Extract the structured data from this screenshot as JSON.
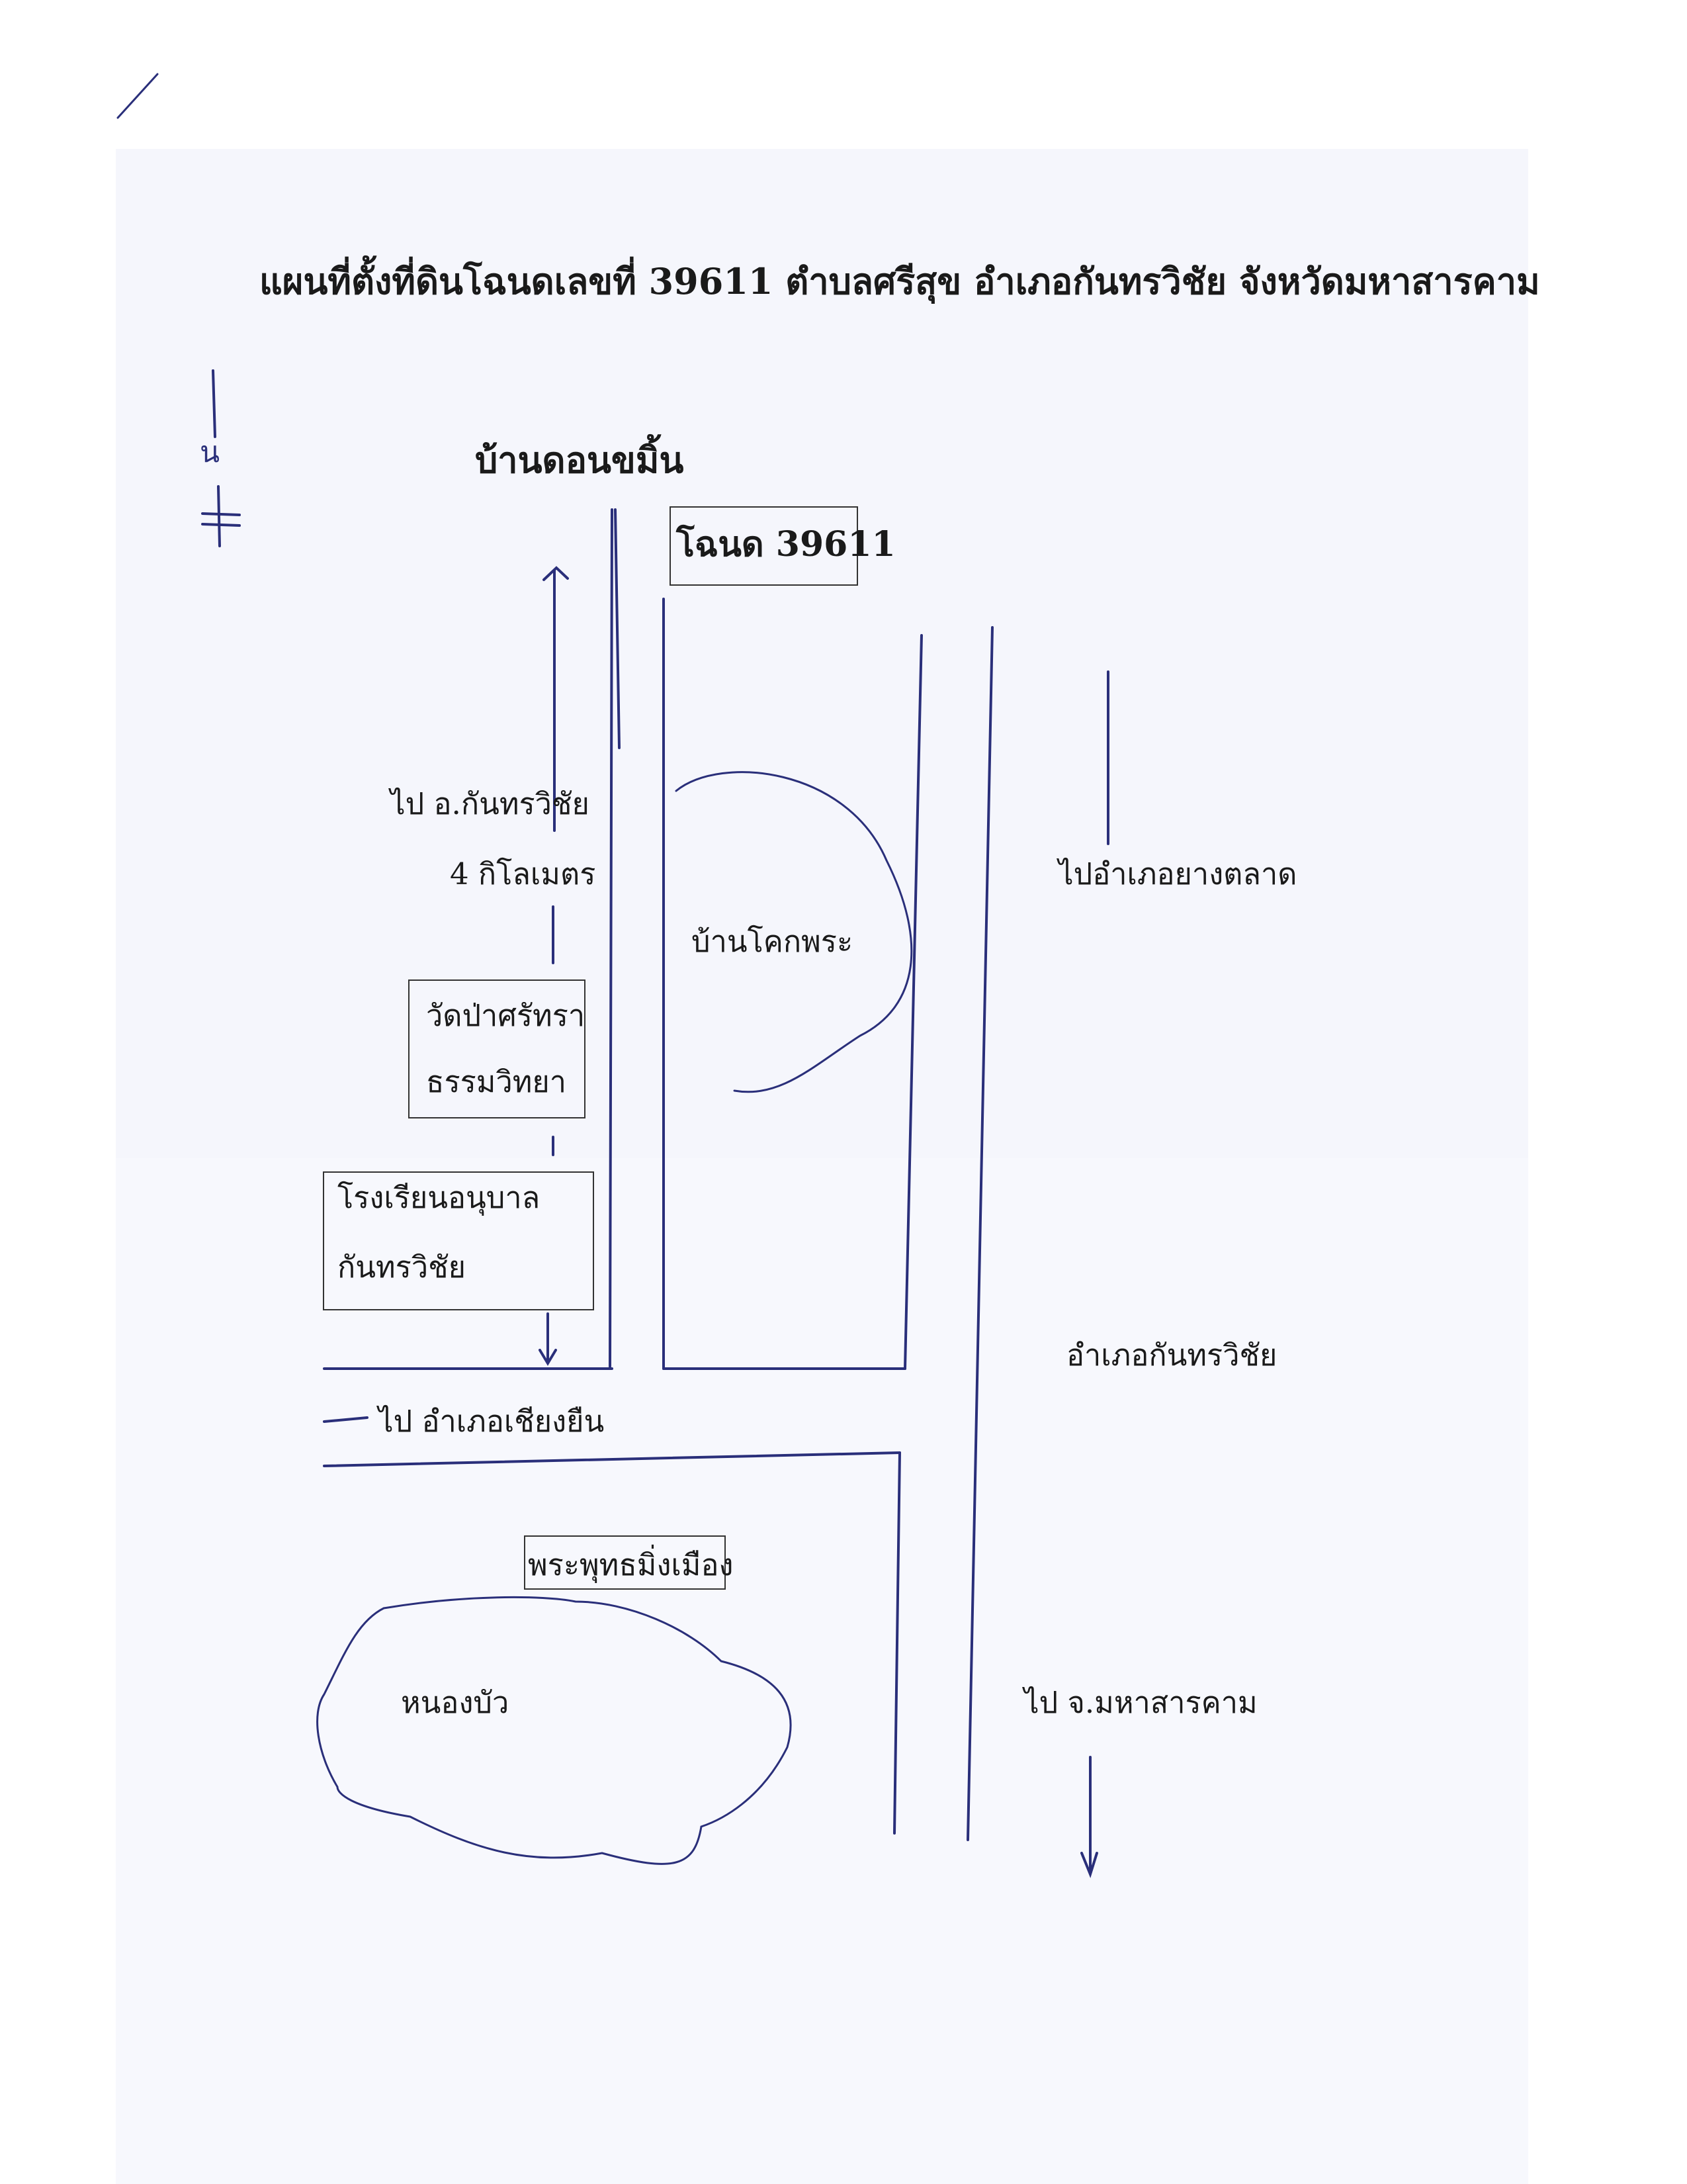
{
  "map": {
    "title": "แผนที่ตั้งที่ดินโฉนดเลขที่ 39611 ตำบลศรีสุข อำเภอกันทรวิชัย จังหวัดมหาสารคาม",
    "north_label": "น",
    "village_north": "บ้านดอนขมิ้น",
    "deed_box": "โฉนด 39611",
    "to_kantharawichai": "ไป อ.กันทรวิชัย",
    "distance": "4 กิโลเมตร",
    "to_yang_talat": "ไปอำเภอยางตลาด",
    "village_khokphra": "บ้านโคกพระ",
    "temple_line1": "วัดป่าศรัทรา",
    "temple_line2": "ธรรมวิทยา",
    "school_line1": "โรงเรียนอนุบาล",
    "school_line2": "กันทรวิชัย",
    "district_label": "อำเภอกันทรวิชัย",
    "to_chiang_yuen": "ไป อำเภอเชียงยืน",
    "buddha_box": "พระพุทธมิ่งเมือง",
    "pond": "หนองบัว",
    "to_mahasarakham": "ไป จ.มหาสารคาม"
  },
  "colors": {
    "ink": "#2a2f7a",
    "print": "#1a1a1a",
    "paper": "#ffffff"
  }
}
